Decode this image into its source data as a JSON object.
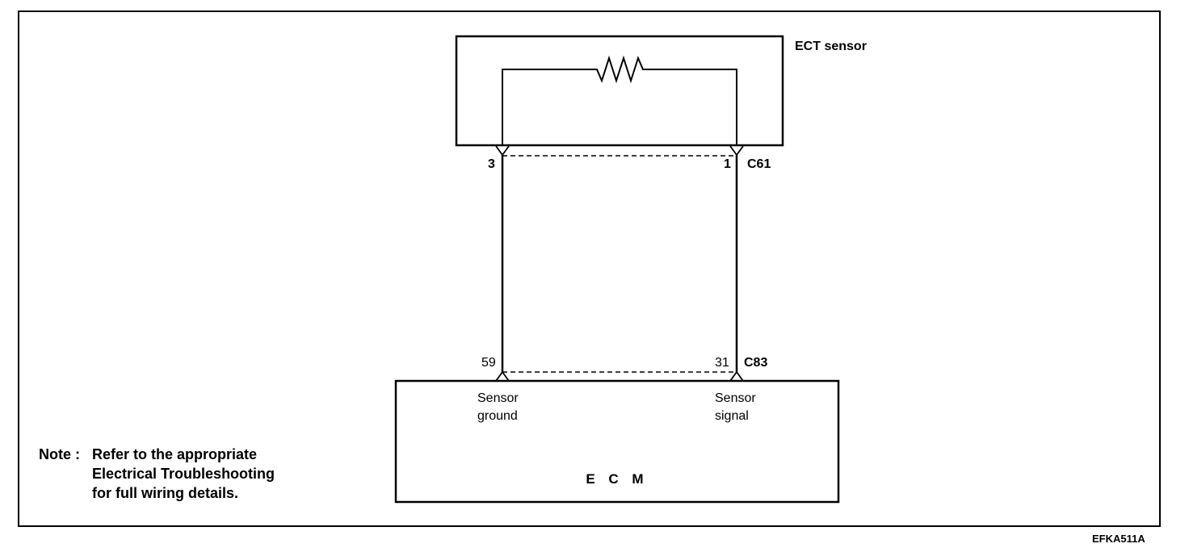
{
  "components": {
    "sensor": {
      "label": "ECT sensor"
    },
    "ecm": {
      "label": "E C M",
      "pins": {
        "ground": {
          "line1": "Sensor",
          "line2": "ground"
        },
        "signal": {
          "line1": "Sensor",
          "line2": "signal"
        }
      }
    }
  },
  "connectors": {
    "c61": {
      "name": "C61",
      "pin_left": "3",
      "pin_right": "1"
    },
    "c83": {
      "name": "C83",
      "pin_left": "59",
      "pin_right": "31"
    }
  },
  "note": {
    "prefix": "Note :",
    "line1": "Refer to the appropriate",
    "line2": "Electrical Troubleshooting",
    "line3": "for full wiring details."
  },
  "figure_code": "EFKA511A"
}
